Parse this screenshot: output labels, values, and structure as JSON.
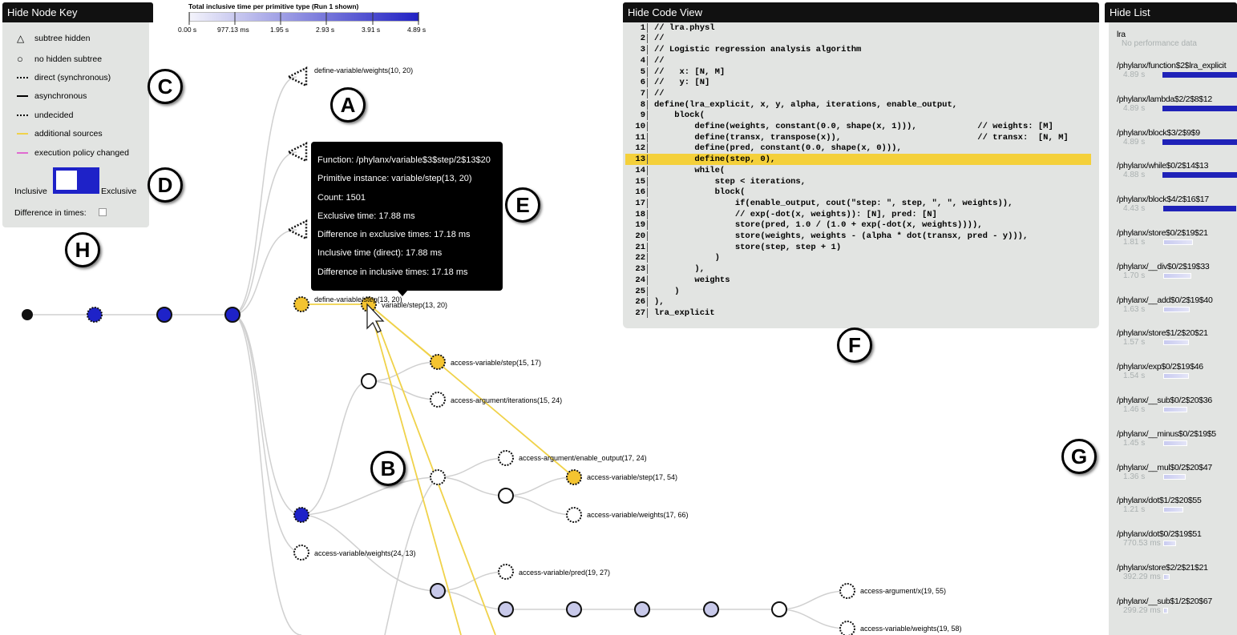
{
  "node_key": {
    "header": "Hide Node Key",
    "items": [
      {
        "symbol": "triangle",
        "label": "subtree hidden"
      },
      {
        "symbol": "circle",
        "label": "no hidden subtree"
      },
      {
        "symbol": "dotted",
        "label": "direct (synchronous)"
      },
      {
        "symbol": "solid",
        "label": "asynchronous"
      },
      {
        "symbol": "dotted",
        "label": "undecided"
      },
      {
        "symbol": "yellow",
        "label": "additional sources"
      },
      {
        "symbol": "pink",
        "label": "execution policy changed"
      }
    ],
    "inclusive_label": "Inclusive",
    "exclusive_label": "Exclusive",
    "difference_label": "Difference in times:"
  },
  "legend": {
    "title": "Total inclusive time per primitive type (Run 1 shown)",
    "ticks": [
      "0.00 s",
      "977.13 ms",
      "1.95 s",
      "2.93 s",
      "3.91 s",
      "4.89 s"
    ],
    "colors": {
      "start": "#f3f3fb",
      "end": "#2222c4"
    }
  },
  "badges": [
    "A",
    "B",
    "C",
    "D",
    "E",
    "F",
    "G",
    "H"
  ],
  "tooltip": {
    "function": "Function: /phylanx/variable$3$step/2$13$20",
    "primitive_instance": "Primitive instance: variable/step(13, 20)",
    "count": "Count: 1501",
    "exclusive_time": "Exclusive time: 17.88 ms",
    "diff_exclusive": "Difference in exclusive times: 17.18 ms",
    "inclusive_time": "Inclusive time (direct): 17.88 ms",
    "diff_inclusive": "Difference in inclusive times: 17.18 ms"
  },
  "tree_labels": {
    "n1": "define-variable/weights(10, 20)",
    "n2": "define-variable/step(13, 20)",
    "n3": "variable/step(13, 20)",
    "n4": "access-variable/step(15, 17)",
    "n5": "access-argument/iterations(15, 24)",
    "n6": "access-argument/enable_output(17, 24)",
    "n7": "access-variable/step(17, 54)",
    "n8": "access-variable/weights(17, 66)",
    "n9": "access-variable/weights(24, 13)",
    "n10": "access-variable/pred(19, 27)",
    "n11": "access-argument/x(19, 55)",
    "n12": "access-variable/weights(19, 58)"
  },
  "code_view": {
    "header": "Hide Code View",
    "highlight_line": 13,
    "lines": [
      "// lra.physl",
      "//",
      "// Logistic regression analysis algorithm",
      "//",
      "//   x: [N, M]",
      "//   y: [N]",
      "//",
      "define(lra_explicit, x, y, alpha, iterations, enable_output,",
      "    block(",
      "        define(weights, constant(0.0, shape(x, 1))),            // weights: [M]",
      "        define(transx, transpose(x)),                           // transx:  [N, M]",
      "        define(pred, constant(0.0, shape(x, 0))),",
      "        define(step, 0),",
      "        while(",
      "            step < iterations,",
      "            block(",
      "                if(enable_output, cout(\"step: \", step, \", \", weights)),",
      "                // exp(-dot(x, weights)): [N], pred: [N]",
      "                store(pred, 1.0 / (1.0 + exp(-dot(x, weights)))),",
      "                store(weights, weights - (alpha * dot(transx, pred - y))),",
      "                store(step, step + 1)",
      "            )",
      "        ),",
      "        weights",
      "    )",
      "),",
      "lra_explicit"
    ]
  },
  "list": {
    "header": "Hide List",
    "first": {
      "name": "lra",
      "value": "No performance data"
    },
    "items": [
      {
        "name": "/phylanx/function$2$lra_explicit",
        "value": "4.89 s",
        "fraction": 1.0
      },
      {
        "name": "/phylanx/lambda$2/2$8$12",
        "value": "4.89 s",
        "fraction": 1.0
      },
      {
        "name": "/phylanx/block$3/2$9$9",
        "value": "4.89 s",
        "fraction": 1.0
      },
      {
        "name": "/phylanx/while$0/2$14$13",
        "value": "4.88 s",
        "fraction": 0.998
      },
      {
        "name": "/phylanx/block$4/2$16$17",
        "value": "4.43 s",
        "fraction": 0.906
      },
      {
        "name": "/phylanx/store$0/2$19$21",
        "value": "1.81 s",
        "fraction": 0.37
      },
      {
        "name": "/phylanx/__div$0/2$19$33",
        "value": "1.70 s",
        "fraction": 0.348
      },
      {
        "name": "/phylanx/__add$0/2$19$40",
        "value": "1.63 s",
        "fraction": 0.333
      },
      {
        "name": "/phylanx/store$1/2$20$21",
        "value": "1.57 s",
        "fraction": 0.321
      },
      {
        "name": "/phylanx/exp$0/2$19$46",
        "value": "1.54 s",
        "fraction": 0.315
      },
      {
        "name": "/phylanx/__sub$0/2$20$36",
        "value": "1.46 s",
        "fraction": 0.299
      },
      {
        "name": "/phylanx/__minus$0/2$19$5",
        "value": "1.45 s",
        "fraction": 0.297
      },
      {
        "name": "/phylanx/__mul$0/2$20$47",
        "value": "1.36 s",
        "fraction": 0.278
      },
      {
        "name": "/phylanx/dot$1/2$20$55",
        "value": "1.21 s",
        "fraction": 0.247
      },
      {
        "name": "/phylanx/dot$0/2$19$51",
        "value": "770.53 ms",
        "fraction": 0.158
      },
      {
        "name": "/phylanx/store$2/2$21$21",
        "value": "392.29 ms",
        "fraction": 0.08
      },
      {
        "name": "/phylanx/__sub$1/2$20$67",
        "value": "299.29 ms",
        "fraction": 0.061
      }
    ]
  }
}
